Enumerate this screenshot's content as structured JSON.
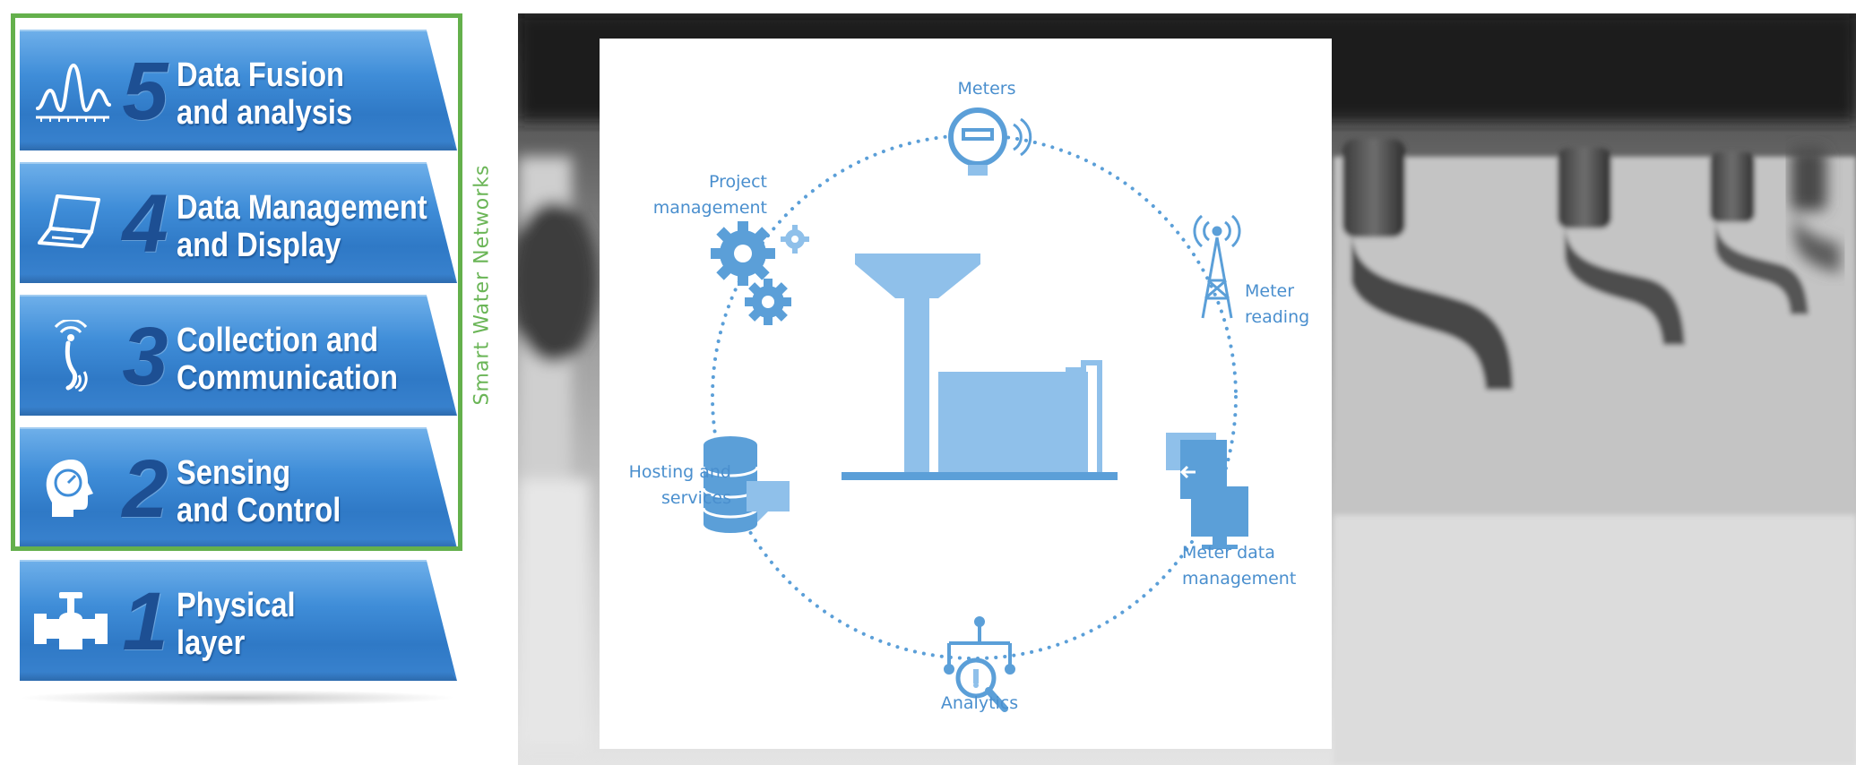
{
  "layers": [
    {
      "number": "5",
      "line1": "Data Fusion",
      "line2": "and analysis",
      "icon": "waveform-icon"
    },
    {
      "number": "4",
      "line1": "Data Management",
      "line2": "and Display",
      "icon": "laptop-icon"
    },
    {
      "number": "3",
      "line1": "Collection and",
      "line2": "Communication",
      "icon": "wireless-hand-icon"
    },
    {
      "number": "2",
      "line1": "Sensing",
      "line2": "and Control",
      "icon": "gauge-head-icon"
    },
    {
      "number": "1",
      "line1": "Physical",
      "line2": "layer",
      "icon": "pipe-valve-icon"
    }
  ],
  "frame_label": "Smart Water Networks",
  "cycle": {
    "meters": "Meters",
    "meter_reading": [
      "Meter",
      "reading"
    ],
    "meter_data_management": [
      "Meter data",
      "management"
    ],
    "analytics": "Analytics",
    "hosting": [
      "Hosting and",
      "services"
    ],
    "project_management": [
      "Project",
      "management"
    ]
  },
  "colors": {
    "layer_blue": "#3f8dd8",
    "layer_number": "#1d4f93",
    "frame_green": "#64b04c",
    "diagram_blue": "#5b9fd8",
    "diagram_light_blue": "#8fc0ea"
  }
}
